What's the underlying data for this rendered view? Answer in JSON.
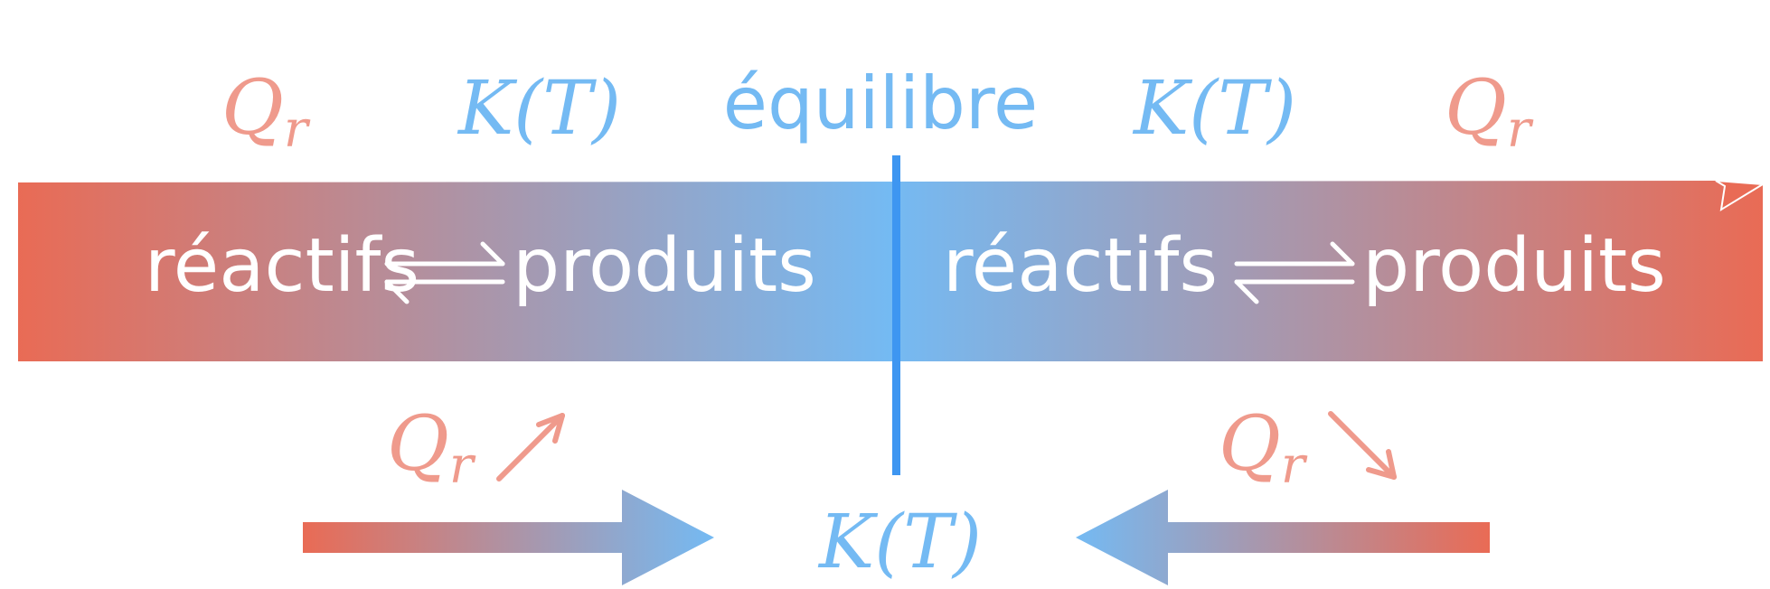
{
  "colors": {
    "red": "#e96b55",
    "pink": "#ef9a8c",
    "blue": "#74baf3",
    "line": "#3e96f1",
    "white": "#ffffff"
  },
  "top_labels": {
    "qr_left": {
      "main": "Q",
      "sub": "r"
    },
    "k_left": "K(T)",
    "equilibre": "équilibre",
    "k_right": "K(T)",
    "qr_right": {
      "main": "Q",
      "sub": "r"
    }
  },
  "band": {
    "left": {
      "reactants": "réactifs",
      "equilibrium_symbol": "⇌",
      "products": "produits"
    },
    "right": {
      "reactants": "réactifs",
      "equilibrium_symbol": "⇌",
      "products": "produits"
    }
  },
  "bottom": {
    "qr_increase": {
      "main": "Q",
      "sub": "r",
      "arrow": "↗"
    },
    "k_center": "K(T)",
    "qr_decrease": {
      "main": "Q",
      "sub": "r",
      "arrow": "↘"
    }
  }
}
